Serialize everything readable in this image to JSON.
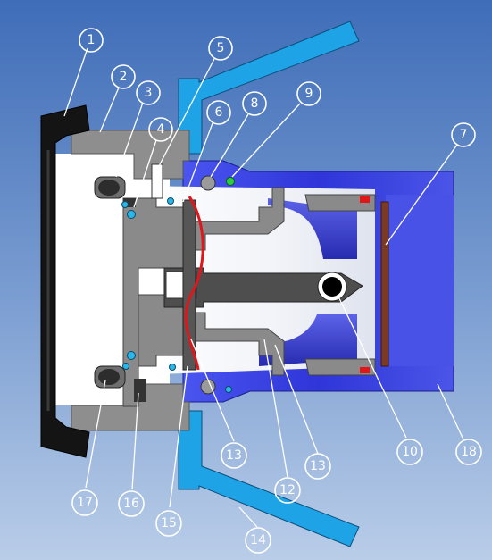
{
  "diagram": {
    "colors": {
      "background_top": "#3f6db8",
      "background_bottom": "#b9cde8",
      "housing_gray": "#8e8e8e",
      "dark_gray": "#4e4e4e",
      "seal_black": "#141414",
      "blue_body": "#2f35d8",
      "cyan_guard": "#1ea3e6",
      "red_spring": "#e0161a",
      "brown_disc": "#7a3a24",
      "green_ball": "#2ecc40",
      "callout": "#ffffff"
    },
    "callouts": [
      {
        "id": "c1",
        "label": "1"
      },
      {
        "id": "c2",
        "label": "2"
      },
      {
        "id": "c3",
        "label": "3"
      },
      {
        "id": "c4",
        "label": "4"
      },
      {
        "id": "c5",
        "label": "5"
      },
      {
        "id": "c6",
        "label": "6"
      },
      {
        "id": "c7",
        "label": "7"
      },
      {
        "id": "c8",
        "label": "8"
      },
      {
        "id": "c9",
        "label": "9"
      },
      {
        "id": "c10",
        "label": "10"
      },
      {
        "id": "c12",
        "label": "12"
      },
      {
        "id": "c13a",
        "label": "13"
      },
      {
        "id": "c13b",
        "label": "13"
      },
      {
        "id": "c14",
        "label": "14"
      },
      {
        "id": "c15",
        "label": "15"
      },
      {
        "id": "c16",
        "label": "16"
      },
      {
        "id": "c17",
        "label": "17"
      },
      {
        "id": "c18",
        "label": "18"
      }
    ]
  }
}
